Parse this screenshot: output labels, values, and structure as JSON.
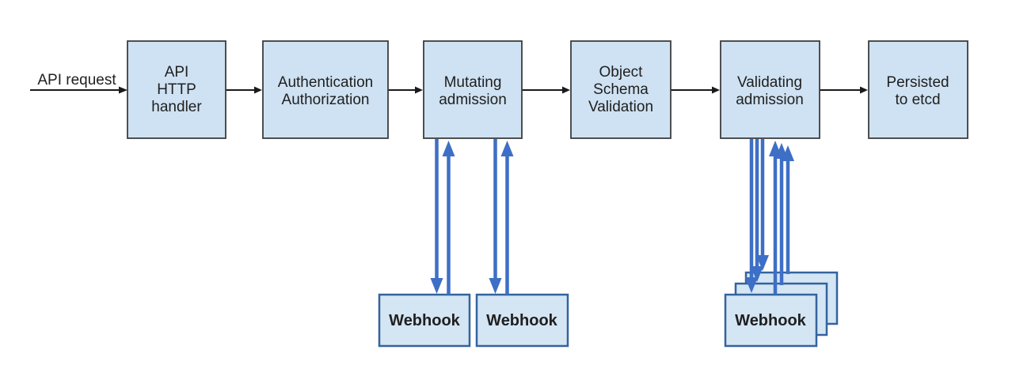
{
  "diagram": {
    "entry_label": "API request",
    "nodes": [
      {
        "id": "api-http-handler",
        "lines": [
          "API",
          "HTTP",
          "handler"
        ]
      },
      {
        "id": "authentication-authorization",
        "lines": [
          "Authentication",
          "Authorization"
        ]
      },
      {
        "id": "mutating-admission",
        "lines": [
          "Mutating",
          "admission"
        ]
      },
      {
        "id": "object-schema-validation",
        "lines": [
          "Object",
          "Schema",
          "Validation"
        ]
      },
      {
        "id": "validating-admission",
        "lines": [
          "Validating",
          "admission"
        ]
      },
      {
        "id": "persisted-to-etcd",
        "lines": [
          "Persisted",
          "to etcd"
        ]
      }
    ],
    "mutating_webhooks": [
      {
        "label": "Webhook"
      },
      {
        "label": "Webhook"
      }
    ],
    "validating_webhooks": [
      {
        "label": "Webhook"
      },
      {
        "label": "Webhook"
      },
      {
        "label": "Webhook"
      }
    ]
  },
  "colors": {
    "background": "#ffffff",
    "node_fill": "#cfe2f3",
    "node_border": "#3d3d3d",
    "webhook_fill": "#d4e5f4",
    "webhook_border": "#33639e",
    "flow_arrow": "#1a1a1a",
    "webhook_arrow": "#3e6fc6",
    "text_color": "#202020"
  }
}
